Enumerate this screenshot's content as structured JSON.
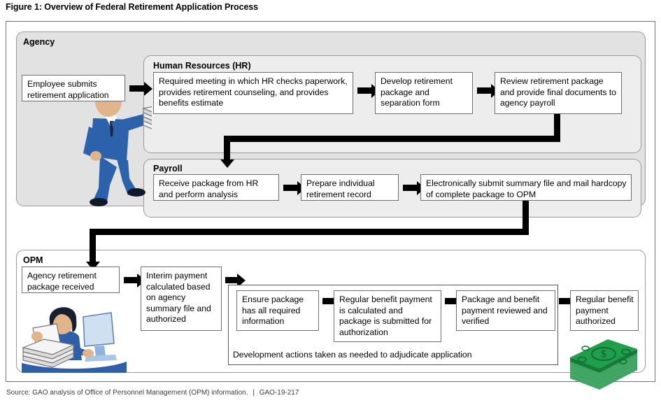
{
  "figure": {
    "title": "Figure 1: Overview of Federal Retirement Application Process",
    "source_text": "Source: GAO analysis of Office of Personnel Management (OPM) information.",
    "source_separator": "|",
    "source_id": "GAO-19-217"
  },
  "panels": {
    "agency": {
      "label": "Agency"
    },
    "hr": {
      "label": "Human Resources (HR)"
    },
    "payroll": {
      "label": "Payroll"
    },
    "opm": {
      "label": "OPM"
    }
  },
  "steps": {
    "employee_submits": "Employee submits retirement application",
    "hr_meeting": "Required meeting in which HR checks paperwork, provides retirement counseling, and provides benefits estimate",
    "hr_develop": "Develop retirement package and separation form",
    "hr_review": "Review retirement package and provide final documents to agency payroll",
    "payroll_receive": "Receive package from HR and perform analysis",
    "payroll_prepare": "Prepare individual retirement record",
    "payroll_submit": "Electronically submit summary file and mail hardcopy of complete package to OPM",
    "opm_received": "Agency retirement package received",
    "opm_interim": "Interim payment calculated based on agency summary file and authorized",
    "opm_ensure": "Ensure package has all required information",
    "opm_regular_calc": "Regular benefit payment is calculated and package is submitted for authorization",
    "opm_reviewed": "Package and benefit payment reviewed and verified",
    "opm_authorized": "Regular benefit payment authorized",
    "development_actions": "Development actions taken as needed to adjudicate application"
  },
  "illustrations": {
    "employee": "employee-with-paperwork-illustration",
    "clerk": "opm-clerk-at-desk-illustration",
    "money": "cash-stack-illustration"
  },
  "colors": {
    "agency_panel": "#e2e2e2",
    "subpanel": "#ededed",
    "box_border": "#6e6e6e",
    "arrow": "#000000",
    "suit_blue": "#2b62ab",
    "money_green": "#22a04a",
    "skin": "#e0b58a"
  }
}
